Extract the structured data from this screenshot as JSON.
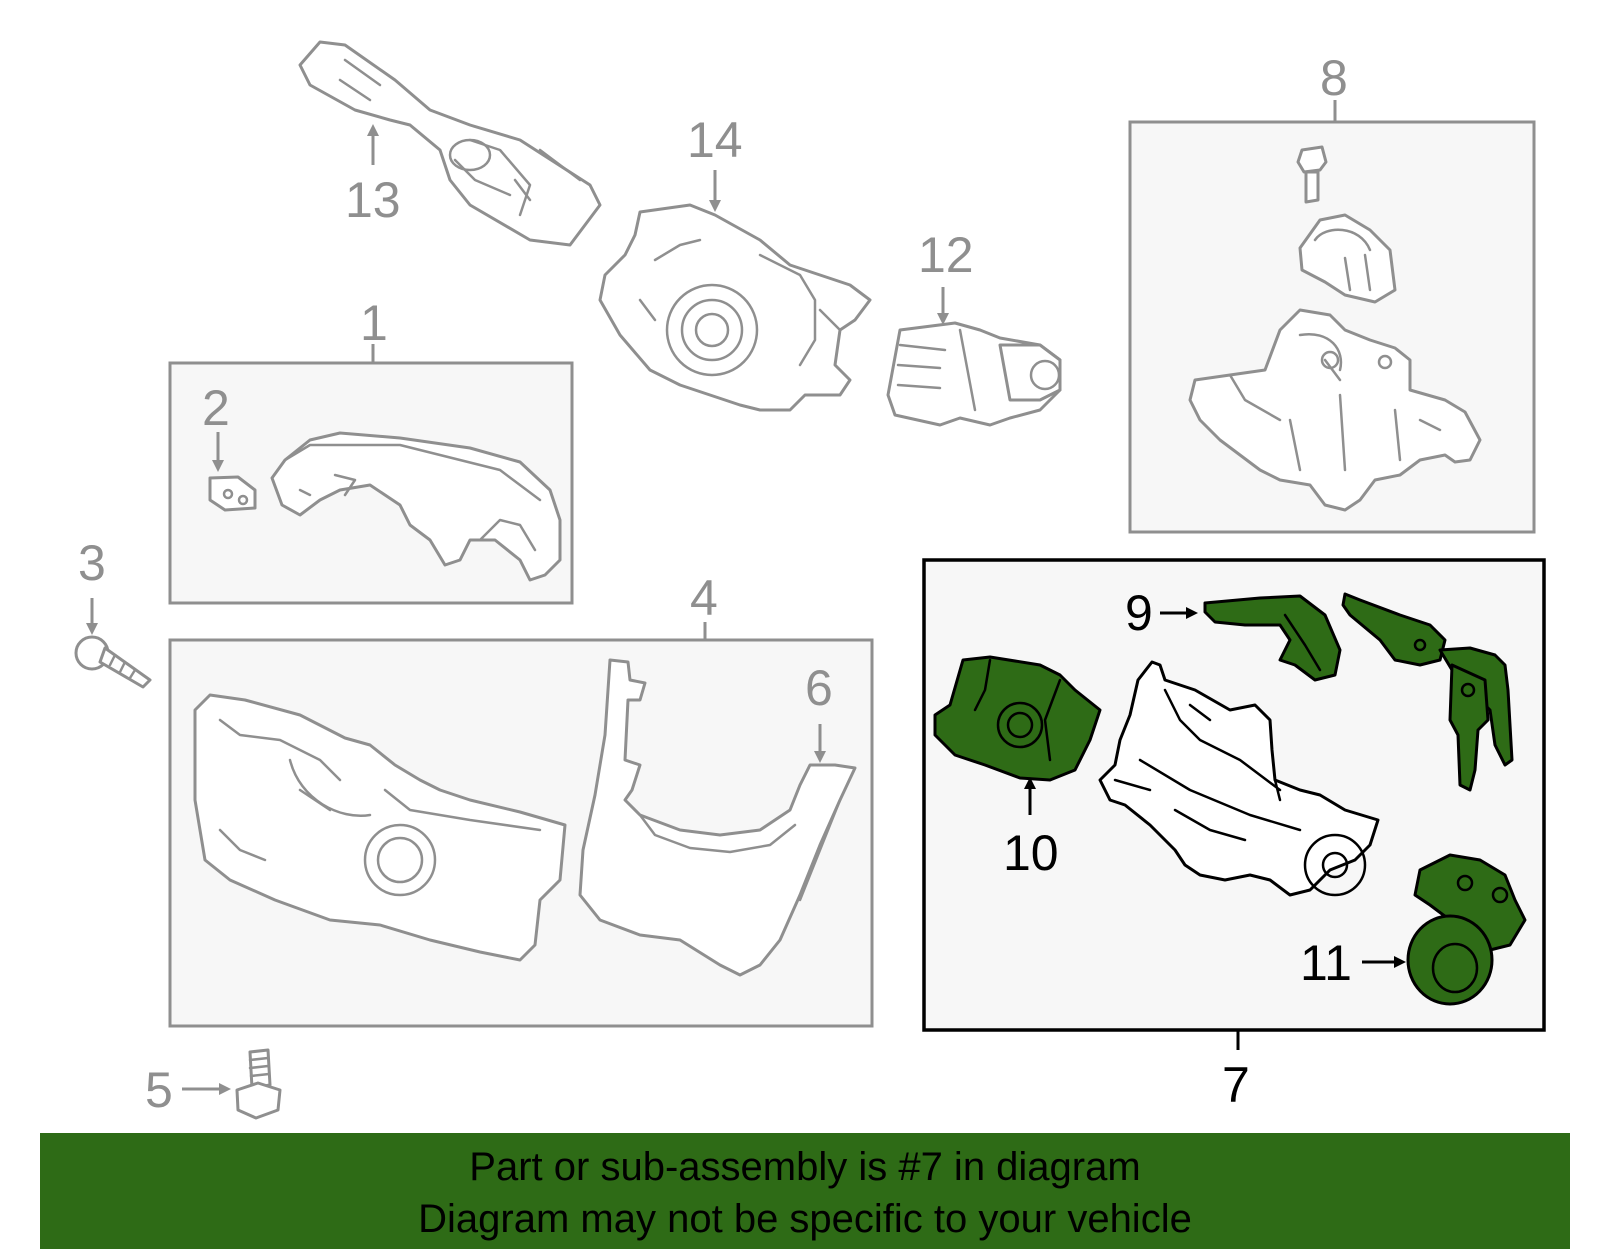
{
  "callouts": {
    "c1": "1",
    "c2": "2",
    "c3": "3",
    "c4": "4",
    "c5": "5",
    "c6": "6",
    "c7": "7",
    "c8": "8",
    "c9": "9",
    "c10": "10",
    "c11": "11",
    "c12": "12",
    "c13": "13",
    "c14": "14"
  },
  "banner": {
    "line1": "Part or sub-assembly is #7 in diagram",
    "line2": "Diagram may not be specific to your vehicle"
  },
  "colors": {
    "highlight_green": "#2e6b16",
    "line_gray": "#8f8f8f",
    "box_fill": "#f7f7f7"
  }
}
